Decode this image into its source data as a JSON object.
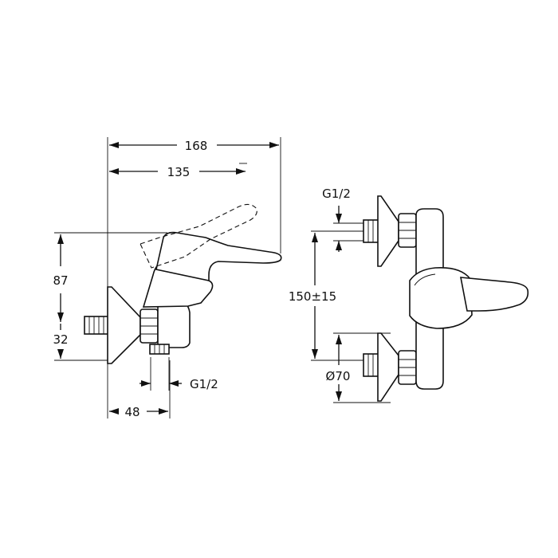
{
  "dimensions": {
    "overall_length": "168",
    "lever_reach": "135",
    "height_upper": "87",
    "height_lower": "32",
    "depth": "48",
    "thread_side": "G1/2",
    "thread_front": "G1/2",
    "centre_distance": "150±15",
    "rosette_diameter": "Ø70"
  },
  "colors": {
    "line": "#111111",
    "background": "#ffffff"
  }
}
